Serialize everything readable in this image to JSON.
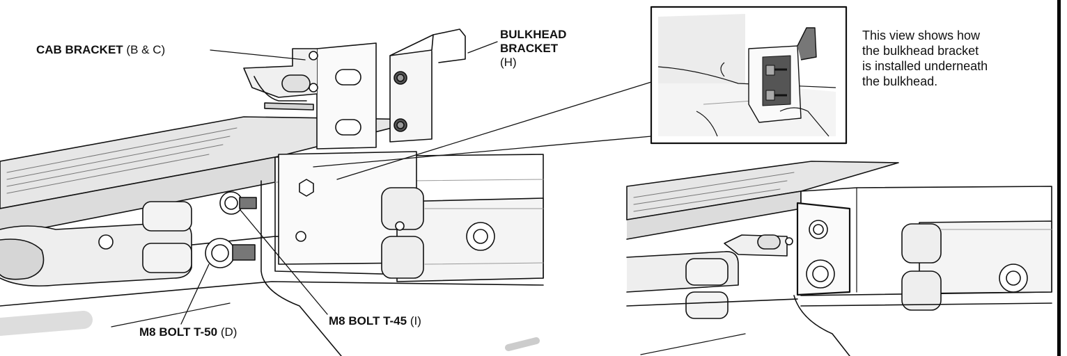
{
  "labels": {
    "cab_bracket": {
      "name": "CAB BRACKET",
      "ref": "(B & C)"
    },
    "bulkhead_bracket": {
      "name_line1": "BULKHEAD",
      "name_line2": "BRACKET",
      "ref": "(H)"
    },
    "bolt_t45": {
      "name": "M8 BOLT T-45",
      "ref": "(I)"
    },
    "bolt_t50": {
      "name": "M8 BOLT T-50",
      "ref": "(D)"
    }
  },
  "callout": {
    "lines": [
      "This view shows how",
      "the bulkhead bracket",
      "is installed underneath",
      "the bulkhead."
    ]
  },
  "colors": {
    "line": "#111111",
    "shade": "#e6e6e6",
    "dark_shade": "#c8c8c8",
    "page": "#ffffff"
  }
}
